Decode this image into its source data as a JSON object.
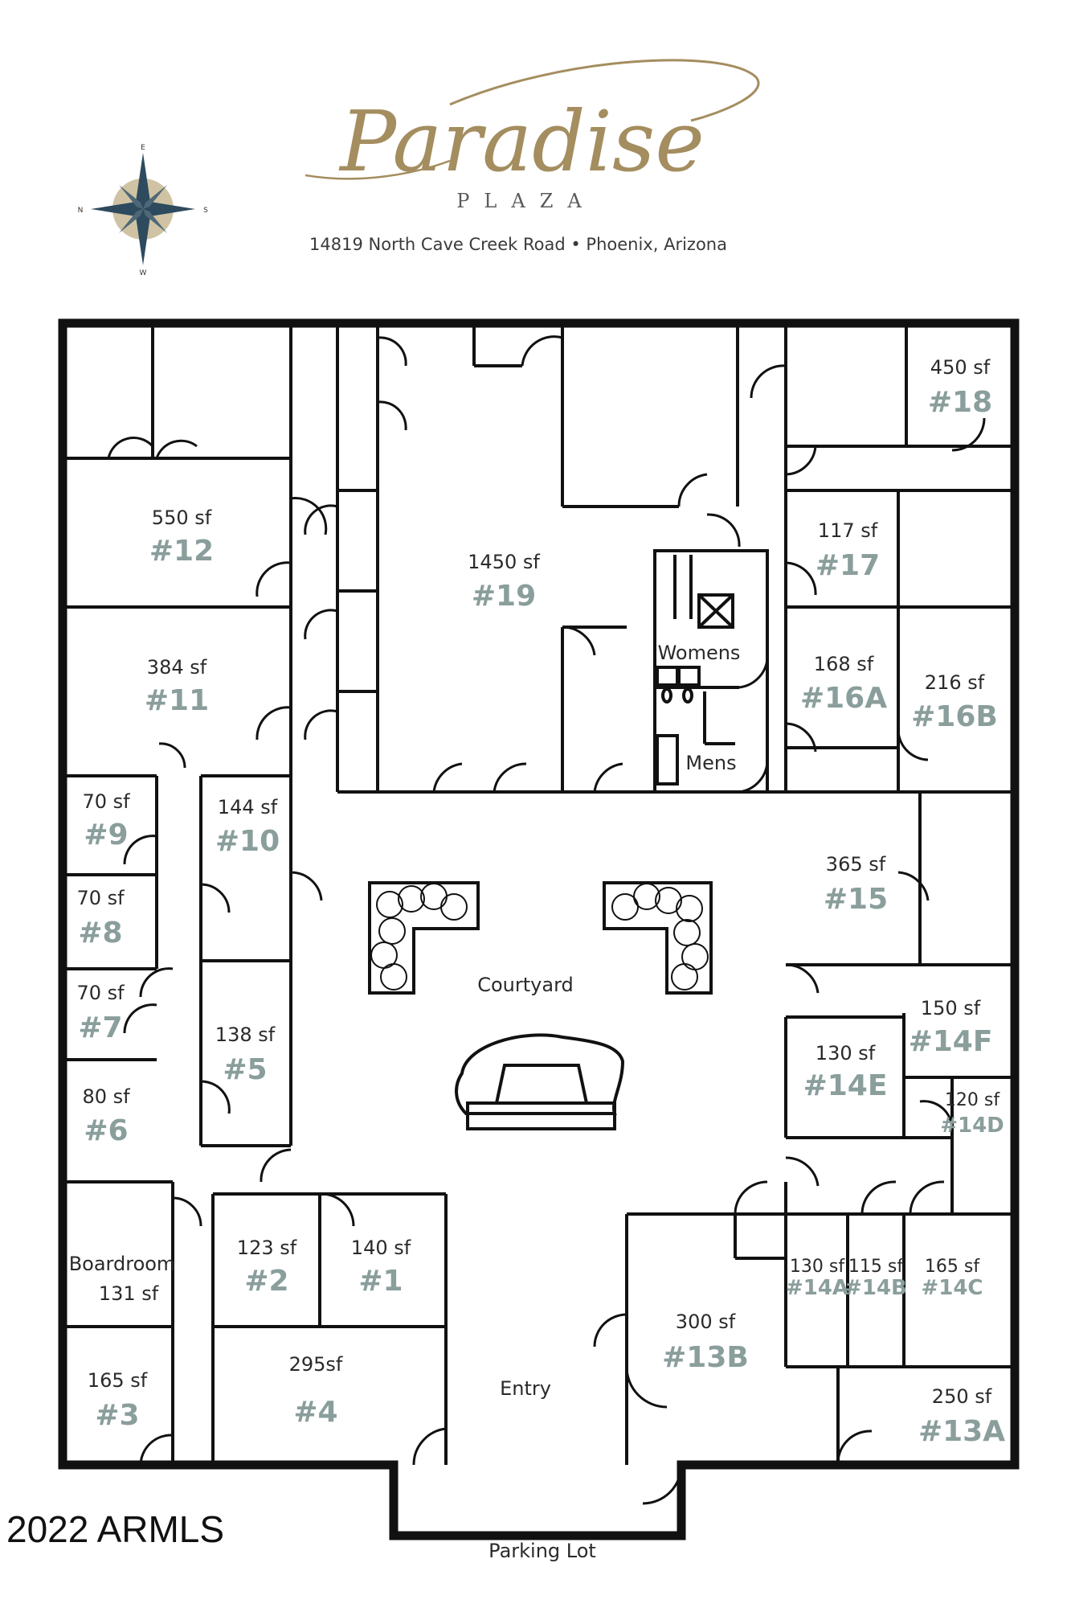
{
  "header": {
    "brand_script": "Paradise",
    "brand_sub": "PLAZA",
    "address": "14819 North Cave Creek Road • Phoenix, Arizona"
  },
  "compass": {
    "n": "N",
    "e": "E",
    "s": "S",
    "w": "W"
  },
  "watermark": "2022 ARMLS",
  "colors": {
    "unit_number": "#8a9e9c",
    "brand_gold": "#a48d5f",
    "wall": "#111111",
    "compass_fill": "#cfc3a3"
  },
  "units": [
    {
      "id": "12",
      "label": "#12",
      "area": "550 sf"
    },
    {
      "id": "11",
      "label": "#11",
      "area": "384 sf"
    },
    {
      "id": "19",
      "label": "#19",
      "area": "1450 sf"
    },
    {
      "id": "18",
      "label": "#18",
      "area": "450 sf"
    },
    {
      "id": "17",
      "label": "#17",
      "area": "117 sf"
    },
    {
      "id": "16A",
      "label": "#16A",
      "area": "168 sf"
    },
    {
      "id": "16B",
      "label": "#16B",
      "area": "216 sf"
    },
    {
      "id": "9",
      "label": "#9",
      "area": "70 sf"
    },
    {
      "id": "10",
      "label": "#10",
      "area": "144 sf"
    },
    {
      "id": "8",
      "label": "#8",
      "area": "70 sf"
    },
    {
      "id": "15",
      "label": "#15",
      "area": "365 sf"
    },
    {
      "id": "7",
      "label": "#7",
      "area": "70 sf"
    },
    {
      "id": "5",
      "label": "#5",
      "area": "138 sf"
    },
    {
      "id": "14F",
      "label": "#14F",
      "area": "150 sf"
    },
    {
      "id": "14E",
      "label": "#14E",
      "area": "130 sf"
    },
    {
      "id": "14D",
      "label": "#14D",
      "area": "120 sf"
    },
    {
      "id": "6",
      "label": "#6",
      "area": "80 sf"
    },
    {
      "id": "2",
      "label": "#2",
      "area": "123 sf"
    },
    {
      "id": "1",
      "label": "#1",
      "area": "140 sf"
    },
    {
      "id": "14A",
      "label": "#14A",
      "area": "130 sf"
    },
    {
      "id": "14B",
      "label": "#14B",
      "area": "115 sf"
    },
    {
      "id": "14C",
      "label": "#14C",
      "area": "165 sf"
    },
    {
      "id": "13B",
      "label": "#13B",
      "area": "300 sf"
    },
    {
      "id": "3",
      "label": "#3",
      "area": "165 sf"
    },
    {
      "id": "4",
      "label": "#4",
      "area": "295sf"
    },
    {
      "id": "13A",
      "label": "#13A",
      "area": "250 sf"
    }
  ],
  "rooms": {
    "womens": "Womens",
    "mens": "Mens",
    "courtyard": "Courtyard",
    "boardroom": "Boardroom",
    "boardroom_area": "131 sf",
    "entry": "Entry",
    "parking": "Parking Lot"
  }
}
